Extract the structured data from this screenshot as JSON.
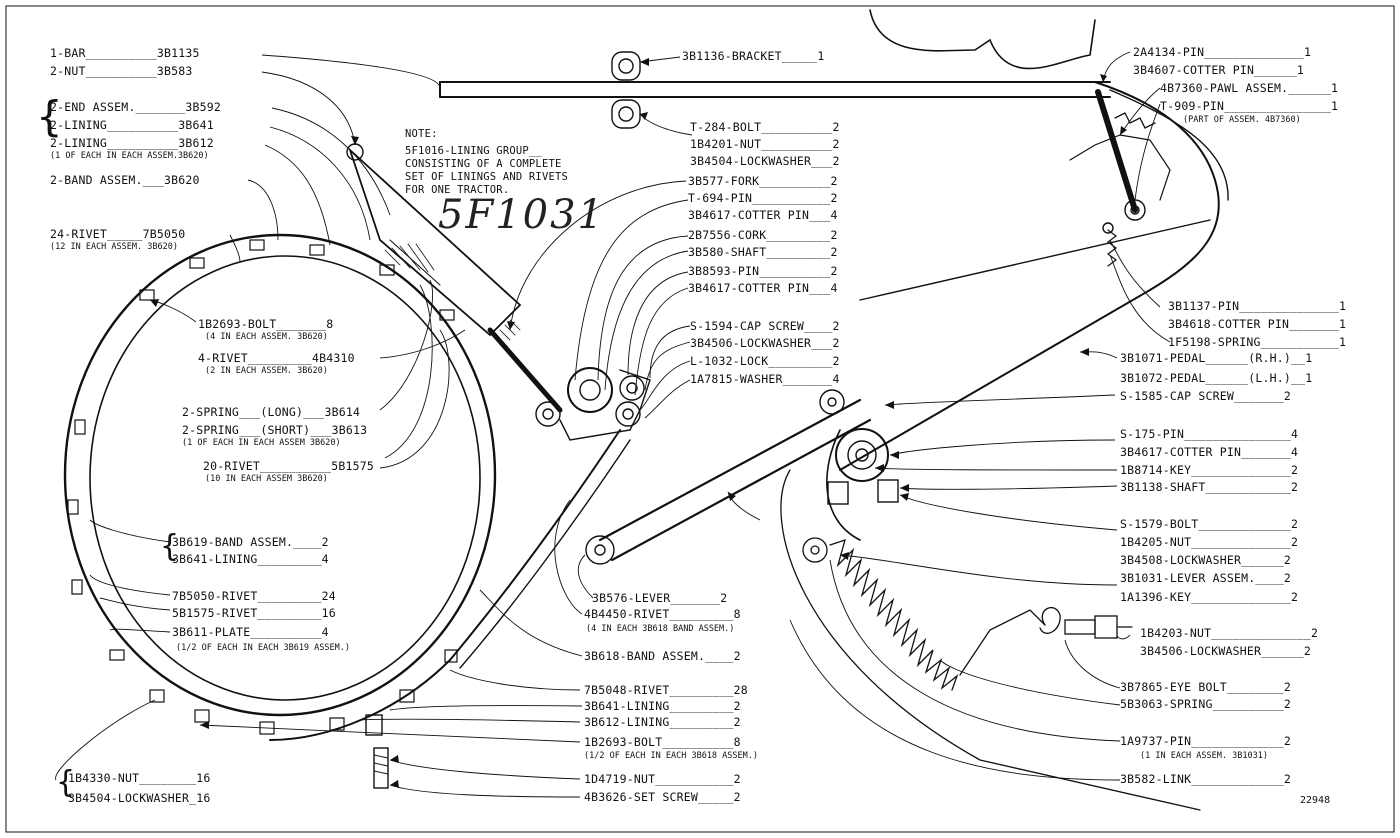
{
  "figure_number": "22948",
  "handwritten": "5F1031",
  "note": {
    "heading": "NOTE:",
    "lines": [
      "5F1016-LINING GROUP__",
      "CONSISTING OF A COMPLETE",
      "SET OF LININGS AND RIVETS",
      "FOR ONE TRACTOR."
    ]
  },
  "left_labels": [
    "1-BAR__________3B1135",
    "2-NUT__________3B583",
    "2-END ASSEM._______3B592",
    "2-LINING__________3B641",
    "2-LINING__________3B612",
    "2-BAND ASSEM.___3B620",
    "24-RIVET_____7B5050"
  ],
  "left_subnotes": [
    "(1 OF EACH IN EACH ASSEM.3B620)",
    "(12 IN EACH ASSEM. 3B620)"
  ],
  "inner_labels": [
    "1B2693-BOLT_______8",
    "4-RIVET_________4B4310",
    "2-SPRING___(LONG)___3B614",
    "2-SPRING___(SHORT)___3B613",
    "20-RIVET__________5B1575"
  ],
  "inner_subnotes": [
    "(4 IN EACH ASSEM. 3B620)",
    "(2 IN EACH ASSEM. 3B620)",
    "(1 OF EACH IN EACH ASSEM 3B620)",
    "(10 IN EACH ASSEM 3B620)"
  ],
  "band_labels": [
    "3B619-BAND ASSEM.____2",
    "3B641-LINING_________4",
    "7B5050-RIVET_________24",
    "5B1575-RIVET_________16",
    "3B611-PLATE__________4"
  ],
  "band_subnote": "(1/2 OF EACH IN EACH 3B619 ASSEM.)",
  "bottom_left_labels": [
    "1B4330-NUT________16",
    "3B4504-LOCKWASHER_16"
  ],
  "center_top_labels": [
    "3B1136-BRACKET_____1",
    "T-284-BOLT__________2",
    "1B4201-NUT__________2",
    "3B4504-LOCKWASHER___2",
    "3B577-FORK__________2",
    "T-694-PIN___________2",
    "3B4617-COTTER PIN___4",
    "2B7556-CORK_________2",
    "3B580-SHAFT_________2",
    "3B8593-PIN__________2",
    "3B4617-COTTER PIN___4",
    "S-1594-CAP SCREW____2",
    "3B4506-LOCKWASHER___2",
    "L-1032-LOCK_________2",
    "1A7815-WASHER_______4"
  ],
  "center_bottom_labels": [
    "3B576-LEVER_______2",
    "4B4450-RIVET_________8",
    "3B618-BAND ASSEM.____2",
    "7B5048-RIVET_________28",
    "3B641-LINING_________2",
    "3B612-LINING_________2",
    "1B2693-BOLT__________8",
    "1D4719-NUT___________2",
    "4B3626-SET SCREW_____2"
  ],
  "center_bottom_subnotes": [
    "(4 IN EACH 3B618 BAND ASSEM.)",
    "(1/2 OF EACH IN EACH 3B618 ASSEM.)"
  ],
  "right_labels": [
    "2A4134-PIN______________1",
    "3B4607-COTTER PIN______1",
    "4B7360-PAWL ASSEM.______1",
    "T-909-PIN_______________1",
    "3B1137-PIN______________1",
    "3B4618-COTTER PIN_______1",
    "1F5198-SPRING___________1",
    "3B1071-PEDAL______(R.H.)__1",
    "3B1072-PEDAL______(L.H.)__1",
    "S-1585-CAP SCREW_______2",
    "S-175-PIN_______________4",
    "3B4617-COTTER PIN_______4",
    "1B8714-KEY______________2",
    "3B1138-SHAFT____________2",
    "S-1579-BOLT_____________2",
    "1B4205-NUT______________2",
    "3B4508-LOCKWASHER______2",
    "3B1031-LEVER ASSEM.____2",
    "1A1396-KEY______________2",
    "1B4203-NUT______________2",
    "3B4506-LOCKWASHER______2",
    "3B7865-EYE BOLT________2",
    "5B3063-SPRING__________2",
    "1A9737-PIN_____________2",
    "3B582-LINK_____________2"
  ],
  "right_subnotes": [
    "(PART OF ASSEM. 4B7360)",
    "(1 IN EACH ASSEM. 3B1031)"
  ]
}
